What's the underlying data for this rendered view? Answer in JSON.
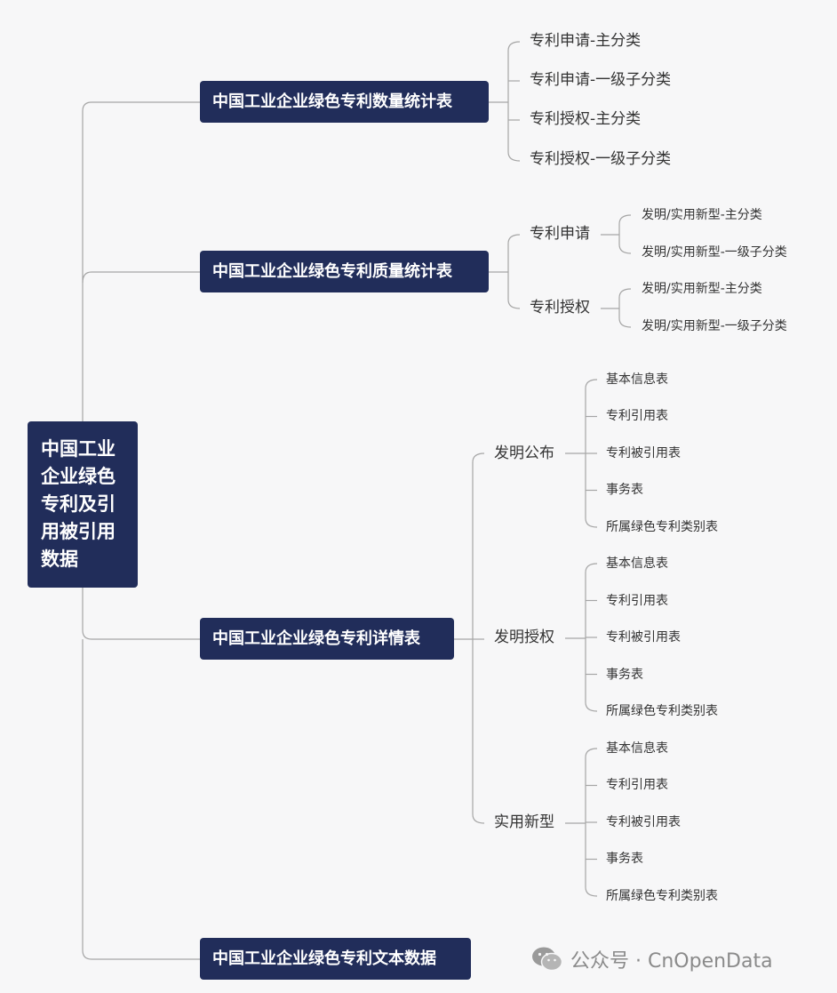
{
  "root": {
    "label": "中国工业企业绿色专利及引用被引用数据"
  },
  "branches": [
    {
      "label": "中国工业企业绿色专利数量统计表",
      "children": [
        {
          "label": "专利申请-主分类"
        },
        {
          "label": "专利申请-一级子分类"
        },
        {
          "label": "专利授权-主分类"
        },
        {
          "label": "专利授权-一级子分类"
        }
      ]
    },
    {
      "label": "中国工业企业绿色专利质量统计表",
      "children": [
        {
          "label": "专利申请",
          "children": [
            {
              "label": "发明/实用新型-主分类"
            },
            {
              "label": "发明/实用新型-一级子分类"
            }
          ]
        },
        {
          "label": "专利授权",
          "children": [
            {
              "label": "发明/实用新型-主分类"
            },
            {
              "label": "发明/实用新型-一级子分类"
            }
          ]
        }
      ]
    },
    {
      "label": "中国工业企业绿色专利详情表",
      "children": [
        {
          "label": "发明公布",
          "children": [
            {
              "label": "基本信息表"
            },
            {
              "label": "专利引用表"
            },
            {
              "label": "专利被引用表"
            },
            {
              "label": "事务表"
            },
            {
              "label": "所属绿色专利类别表"
            }
          ]
        },
        {
          "label": "发明授权",
          "children": [
            {
              "label": "基本信息表"
            },
            {
              "label": "专利引用表"
            },
            {
              "label": "专利被引用表"
            },
            {
              "label": "事务表"
            },
            {
              "label": "所属绿色专利类别表"
            }
          ]
        },
        {
          "label": "实用新型",
          "children": [
            {
              "label": "基本信息表"
            },
            {
              "label": "专利引用表"
            },
            {
              "label": "专利被引用表"
            },
            {
              "label": "事务表"
            },
            {
              "label": "所属绿色专利类别表"
            }
          ]
        }
      ]
    },
    {
      "label": "中国工业企业绿色专利文本数据",
      "children": []
    }
  ],
  "watermark": {
    "text": "公众号 · CnOpenData",
    "icon": "wechat-icon"
  },
  "colors": {
    "node_bg": "#212d5a",
    "node_text": "#ffffff",
    "line": "#a6a6a6",
    "text": "#333333",
    "background": "#f7f7f8"
  }
}
